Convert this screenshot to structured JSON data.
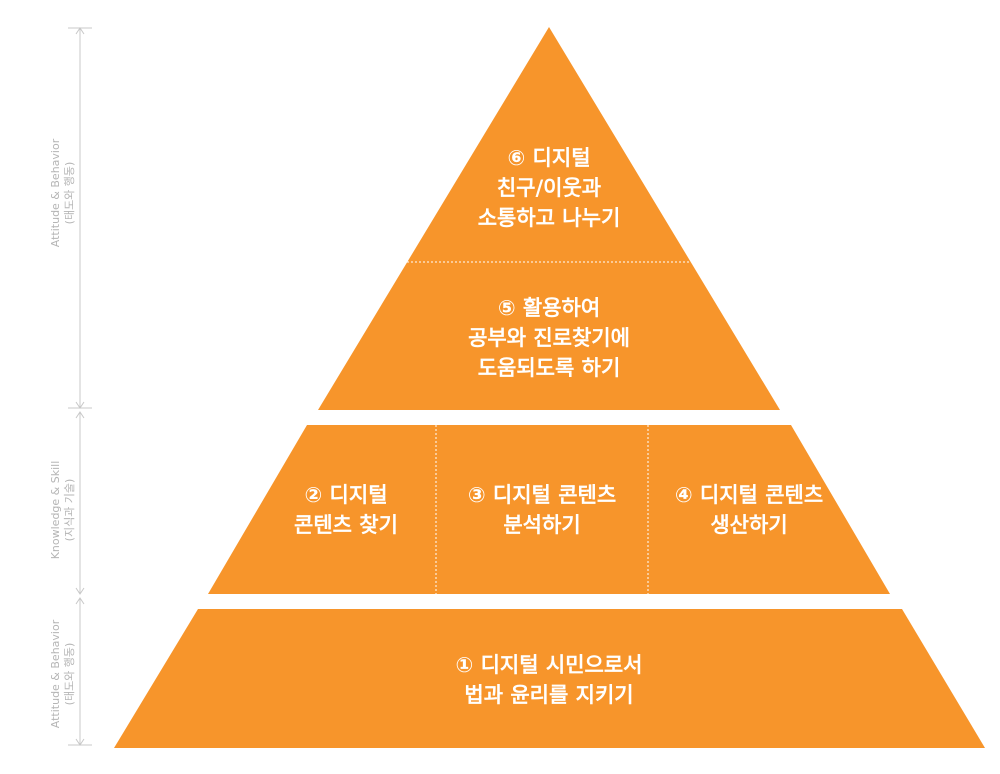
{
  "colors": {
    "block_fill": "#F7952B",
    "divider": "#ffffff",
    "axis_line": "#c8c8c8",
    "label_text": "#b5b5b5"
  },
  "side_labels": [
    {
      "title": "Attitude & Behavior",
      "subtitle": "(태도와 행동)"
    },
    {
      "title": "Knowledge & Skill",
      "subtitle": "(지식과 기술)"
    },
    {
      "title": "Attitude & Behavior",
      "subtitle": "(태도와 행동)"
    }
  ],
  "blocks": {
    "top": {
      "item6": {
        "line1": "⑥ 디지털",
        "line2": "친구/이웃과",
        "line3": "소통하고 나누기"
      },
      "item5": {
        "line1": "⑤ 활용하여",
        "line2": "공부와 진로찾기에",
        "line3": "도움되도록 하기"
      }
    },
    "middle": {
      "item2": {
        "line1": "② 디지털",
        "line2": "콘텐츠 찾기"
      },
      "item3": {
        "line1": "③ 디지털 콘텐츠",
        "line2": "분석하기"
      },
      "item4": {
        "line1": "④ 디지털 콘텐츠",
        "line2": "생산하기"
      }
    },
    "bottom": {
      "item1": {
        "line1": "①  디지털 시민으로서",
        "line2": "법과 윤리를 지키기"
      }
    }
  }
}
